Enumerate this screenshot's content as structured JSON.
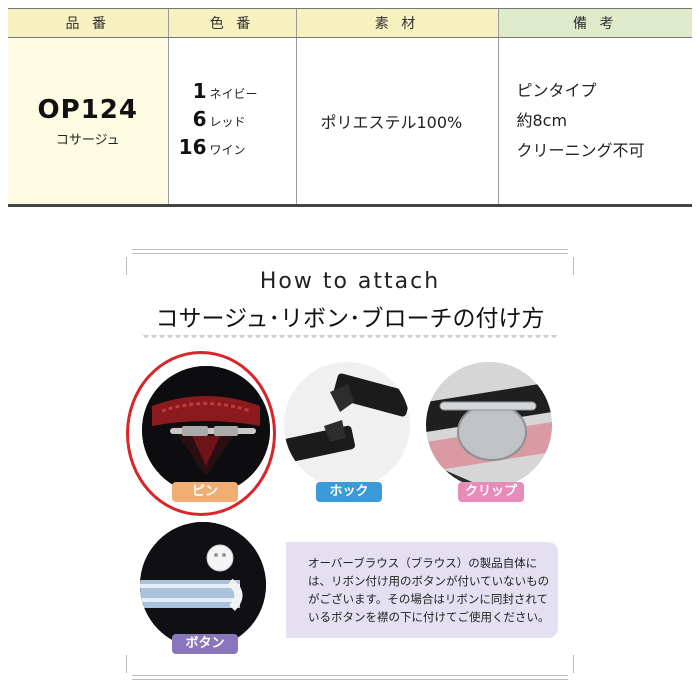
{
  "table": {
    "headers": {
      "code": "品 番",
      "color": "色 番",
      "material": "素 材",
      "notes": "備 考"
    },
    "product_code": "OP124",
    "product_name": "コサージュ",
    "colors": [
      {
        "num": "1",
        "name": "ネイビー"
      },
      {
        "num": "6",
        "name": "レッド"
      },
      {
        "num": "16",
        "name": "ワイン"
      }
    ],
    "material": "ポリエステル100%",
    "notes": [
      "ピンタイプ",
      "約8cm",
      "クリーニング不可"
    ]
  },
  "attach": {
    "title_en": "How to attach",
    "title_jp": "コサージュ･リボン･ブローチの付け方",
    "methods": [
      {
        "label": "ピン",
        "color": "#f2ad73"
      },
      {
        "label": "ホック",
        "color": "#3a9bd8"
      },
      {
        "label": "クリップ",
        "color": "#e78bb8"
      },
      {
        "label": "ボタン",
        "color": "#8a76bd"
      }
    ],
    "highlight_color": "#d9252a",
    "button_note": "オーバーブラウス（ブラウス）の製品自体には、リボン付け用のボタンが付いていないものがございます。その場合はリボンに同封されているボタンを襟の下に付けてご使用ください。"
  }
}
